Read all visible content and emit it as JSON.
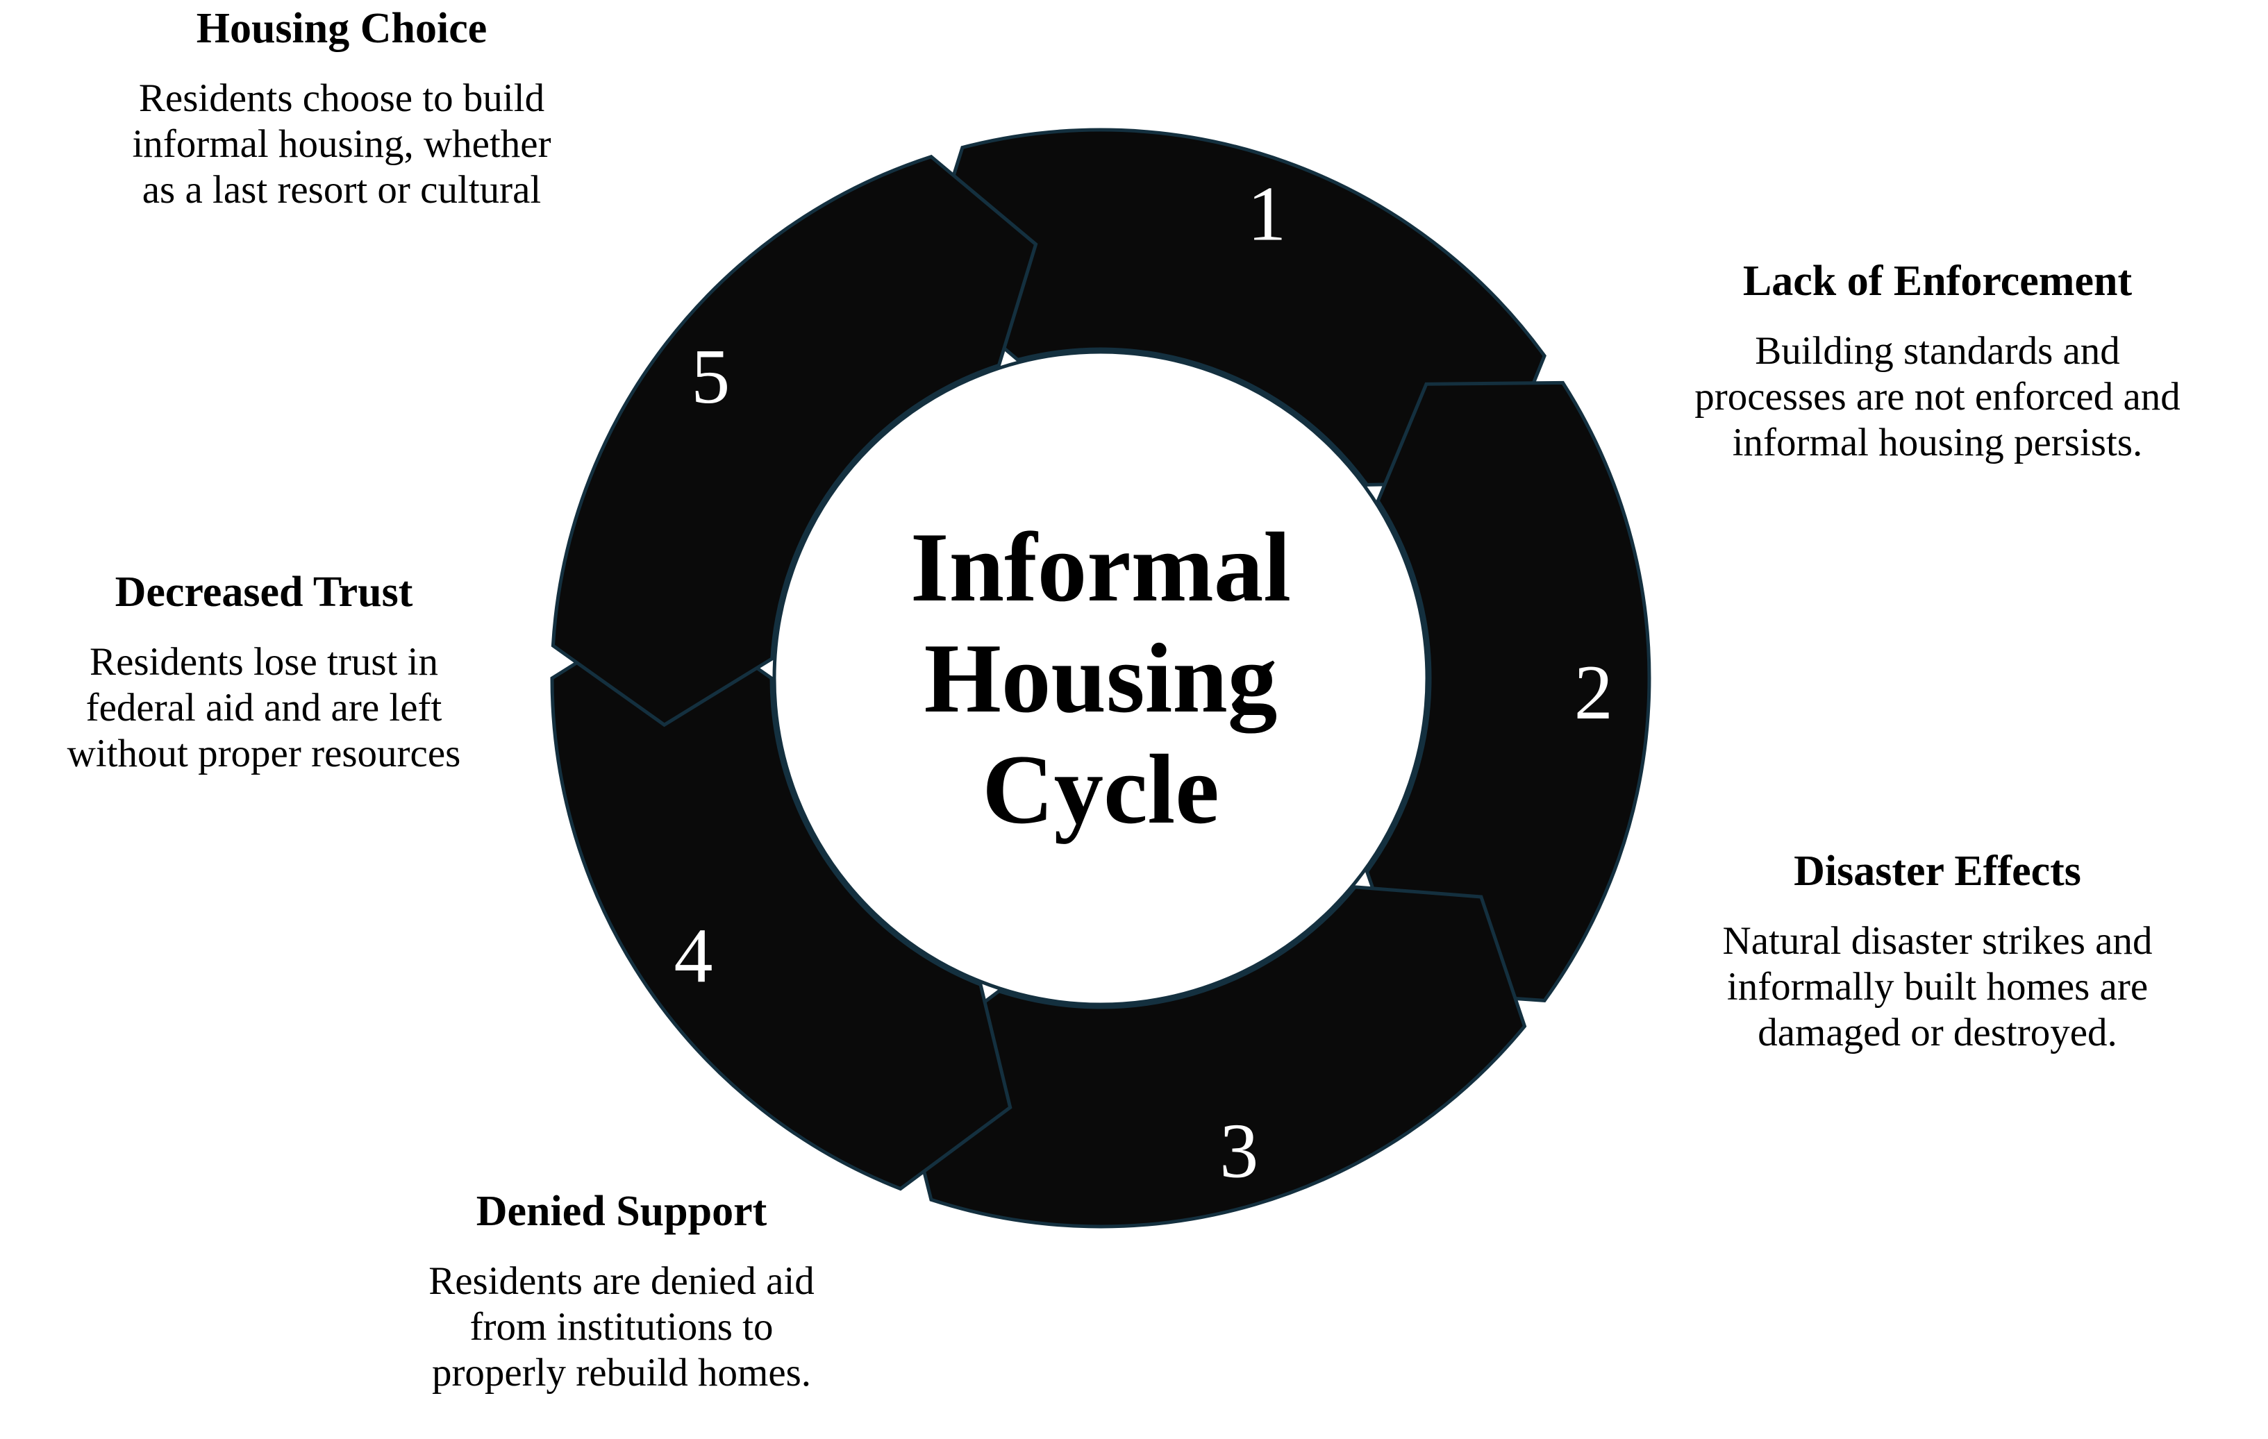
{
  "diagram": {
    "center_title_lines": [
      "Informal",
      "Housing",
      "Cycle"
    ],
    "center_title": "Informal Housing Cycle",
    "accent_color": "#0a0a0a",
    "outline_color": "#14303f",
    "background_color": "#ffffff",
    "segment_numbers": [
      "1",
      "2",
      "3",
      "4",
      "5"
    ]
  },
  "chart_data": {
    "type": "pie",
    "title": "Informal Housing Cycle",
    "categories": [
      "Housing Choice",
      "Lack of Enforcement",
      "Disaster Effects",
      "Denied Support",
      "Decreased Trust"
    ],
    "values": [
      20,
      20,
      20,
      20,
      20
    ],
    "legend": "none",
    "grid": false,
    "xlabel": "",
    "ylabel": ""
  },
  "steps": [
    {
      "number": "1",
      "title": "Housing Choice",
      "body": "Residents choose to build\ninformal housing, whether\nas a last resort or cultural"
    },
    {
      "number": "2",
      "title": "Lack of Enforcement",
      "body": "Building standards and\nprocesses are not enforced and\ninformal housing persists."
    },
    {
      "number": "3",
      "title": "Disaster Effects",
      "body": "Natural disaster strikes and\ninformally built homes are\ndamaged or destroyed."
    },
    {
      "number": "4",
      "title": "Denied Support",
      "body": "Residents are denied aid\nfrom institutions to\nproperly rebuild homes."
    },
    {
      "number": "5",
      "title": "Decreased Trust",
      "body": "Residents lose trust in\nfederal aid and are left\nwithout proper resources"
    }
  ]
}
